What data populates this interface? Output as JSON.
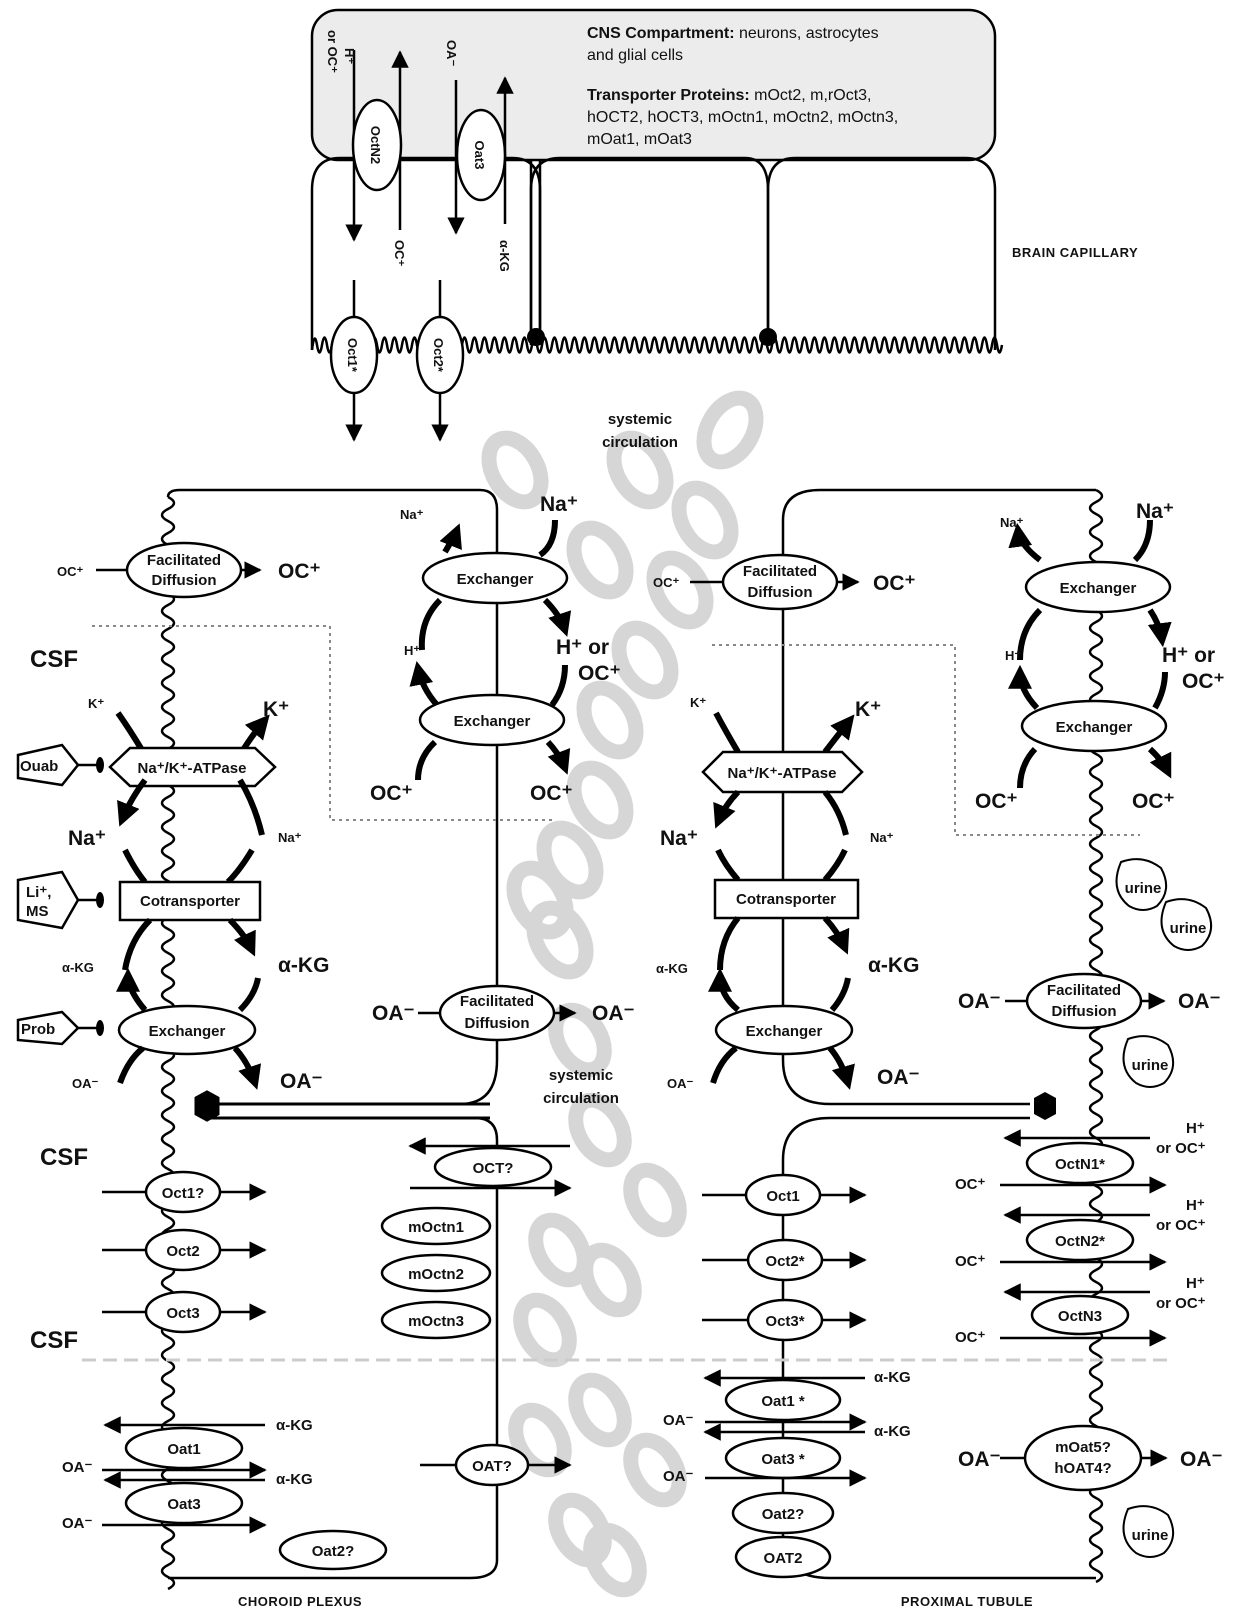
{
  "cns": {
    "title_bold": "CNS Compartment:",
    "title_rest": " neurons, astrocytes",
    "title_line2": "and glial cells",
    "transporters_bold": "Transporter Proteins:",
    "transporters_rest": " mOct2, m,rOct3,",
    "transporters_line2": "hOCT2, hOCT3, mOctn1, mOctn2, mOctn3,",
    "transporters_line3": "mOat1, mOat3"
  },
  "brain_capillary": {
    "label": "BRAIN CAPILLARY",
    "octn2": "OctN2",
    "oat3": "Oat3",
    "oct1": "Oct1*",
    "oct2": "Oct2*",
    "h_plus": "H⁺",
    "or_oc": "or OC⁺",
    "oa_minus": "OA⁻",
    "oc_plus": "OC⁺",
    "akg": "α-KG"
  },
  "circulation": {
    "top_line1": "systemic",
    "top_line2": "circulation",
    "mid_line1": "systemic",
    "mid_line2": "circulation"
  },
  "labels": {
    "csf": "CSF",
    "choroid_plexus": "CHOROID PLEXUS",
    "proximal_tubule": "PROXIMAL TUBULE",
    "urine": "urine"
  },
  "transport": {
    "facilitated": "Facilitated",
    "diffusion": "Diffusion",
    "exchanger": "Exchanger",
    "atpase": "Na⁺/K⁺-ATPase",
    "cotransporter": "Cotransporter",
    "oc_plus": "OC⁺",
    "oa_minus": "OA⁻",
    "na_plus": "Na⁺",
    "k_plus": "K⁺",
    "h_plus": "H⁺",
    "h_or": "H⁺ or",
    "akg": "α-KG",
    "h_or_oc_1": "H⁺",
    "h_or_oc_2": "or OC⁺"
  },
  "inhibitors": {
    "ouab": "Ouab",
    "li": "Li⁺,",
    "ms": "MS",
    "prob": "Prob"
  },
  "choroid": {
    "oct1": "Oct1?",
    "oct2": "Oct2",
    "oct3": "Oct3",
    "oct_q": "OCT?",
    "octn1": "mOctn1",
    "octn2": "mOctn2",
    "octn3": "mOctn3",
    "oat1": "Oat1",
    "oat3": "Oat3",
    "oat_q": "OAT?",
    "oat2": "Oat2?"
  },
  "tubule": {
    "oct1": "Oct1",
    "oct2": "Oct2*",
    "oct3": "Oct3*",
    "oat1": "Oat1 *",
    "oat3": "Oat3 *",
    "oat2": "Oat2?",
    "oat2b": "OAT2",
    "octn1": "OctN1*",
    "octn2": "OctN2*",
    "octn3": "OctN3",
    "moat5": "mOat5?",
    "hoat4": "hOAT4?"
  }
}
